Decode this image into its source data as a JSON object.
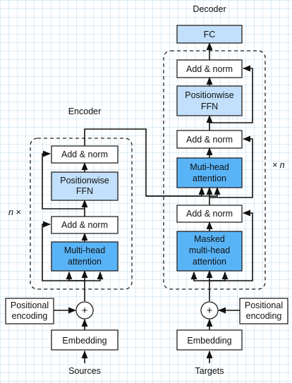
{
  "titles": {
    "encoder": "Encoder",
    "decoder": "Decoder"
  },
  "repeat": {
    "encoder": "n ×",
    "decoder": "× n"
  },
  "encoder": {
    "add_norm_top": "Add & norm",
    "ffn_line1": "Positionwise",
    "ffn_line2": "FFN",
    "add_norm_bottom": "Add & norm",
    "attn_line1": "Multi-head",
    "attn_line2": "attention",
    "pos_line1": "Positional",
    "pos_line2": "encoding",
    "embedding": "Embedding",
    "input": "Sources"
  },
  "decoder": {
    "fc": "FC",
    "add_norm_top": "Add & norm",
    "ffn_line1": "Positionwise",
    "ffn_line2": "FFN",
    "add_norm_middle": "Add & norm",
    "cross_attn_line1": "Muti-head",
    "cross_attn_line2": "attention",
    "add_norm_bottom": "Add & norm",
    "masked_line1": "Masked",
    "masked_line2": "multi-head",
    "masked_line3": "attention",
    "pos_line1": "Positional",
    "pos_line2": "encoding",
    "embedding": "Embedding",
    "input": "Targets"
  },
  "colors": {
    "attention_fill": "#59b4f7",
    "ffn_fill": "#c2e0fb",
    "fc_fill": "#c2e0fb",
    "plain_fill": "#ffffff"
  }
}
